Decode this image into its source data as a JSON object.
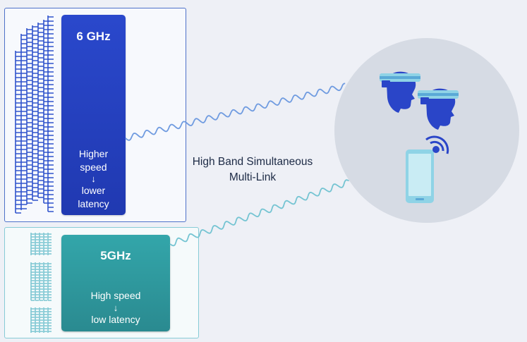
{
  "band_6ghz": {
    "title": "6 GHz",
    "line1": "Higher",
    "line2": "speed",
    "arrow": "↓",
    "line3": "lower",
    "line4": "latency"
  },
  "band_5ghz": {
    "title": "5GHz",
    "line1": "High speed",
    "arrow": "↓",
    "line2": "low latency"
  },
  "center_label": {
    "line1": "High Band Simultaneous",
    "line2": "Multi-Link"
  },
  "devices": [
    "vr-headset-user-1-icon",
    "vr-headset-user-2-icon",
    "smartphone-icon"
  ],
  "colors": {
    "blue_6ghz": "#2444c0",
    "teal_5ghz": "#2f9ba0",
    "wave_blue": "#6f9be0",
    "wave_teal": "#74c4d2",
    "device_blue": "#2a45c8",
    "device_cyan": "#8fd3e6"
  }
}
